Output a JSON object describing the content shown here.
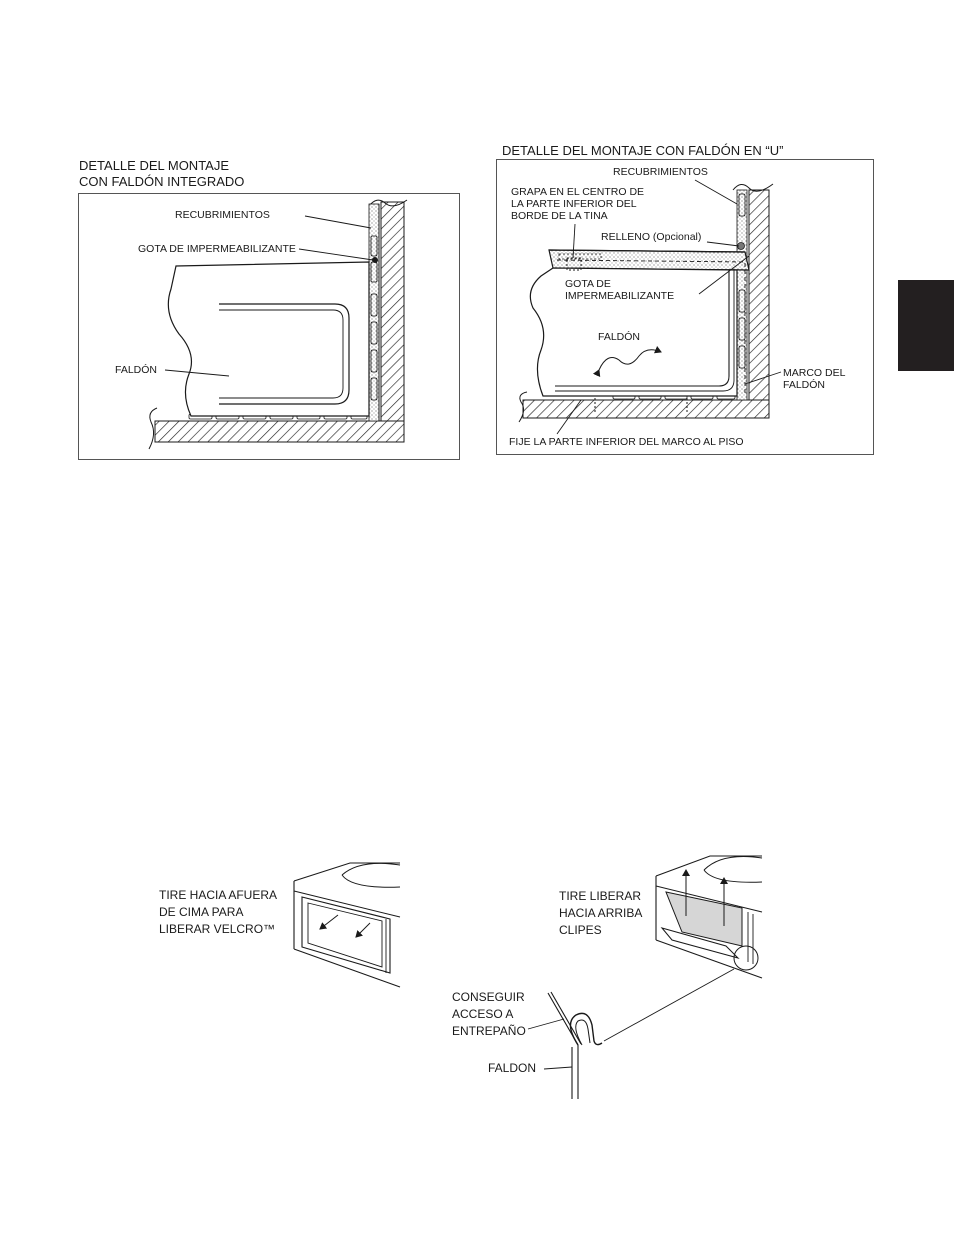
{
  "figure_left": {
    "title": "DETALLE DEL MONTAJE\nCON FALDÓN INTEGRADO",
    "labels": {
      "recubrimientos": "RECUBRIMIENTOS",
      "gota": "GOTA DE IMPERMEABILIZANTE",
      "faldon": "FALDÓN"
    }
  },
  "figure_right": {
    "title": "DETALLE DEL MONTAJE CON FALDÓN EN “U”",
    "labels": {
      "recubrimientos": "RECUBRIMIENTOS",
      "grapa": "GRAPA EN EL CENTRO DE\nLA PARTE INFERIOR DEL\nBORDE DE LA TINA",
      "relleno": "RELLENO (Opcional)",
      "gota": "GOTA DE\nIMPERMEABILIZANTE",
      "faldon": "FALDÓN",
      "marco": "MARCO DEL\nFALDÓN",
      "fije": "FIJE LA PARTE INFERIOR DEL MARCO AL PISO"
    }
  },
  "figure_bottom_left": {
    "labels": {
      "tire": "TIRE HACIA AFUERA\nDE CIMA PARA\nLIBERAR VELCRO™"
    }
  },
  "figure_bottom_right": {
    "labels": {
      "tire": "TIRE LIBERAR\nHACIA ARRIBA\nCLIPES",
      "conseguir": "CONSEGUIR\nACCESO A\nENTREPAÑO",
      "faldon": "FALDON"
    }
  }
}
